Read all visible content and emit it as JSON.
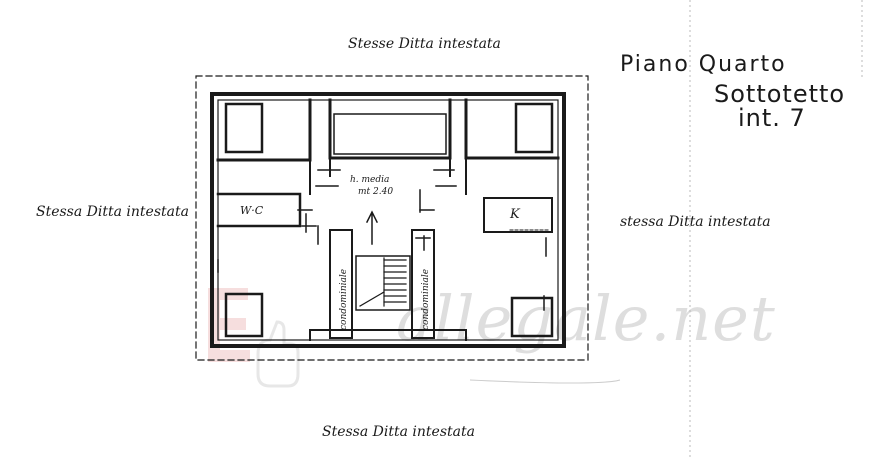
{
  "header": {
    "title_line1": "Piano Quarto",
    "title_line2": "Sottotetto",
    "title_line3": "int. 7"
  },
  "neighbors": {
    "top": "Stesse Ditta intestata",
    "left": "Stessa Ditta intestata",
    "right": "stessa Ditta intestata",
    "bottom": "Stessa Ditta intestata"
  },
  "rooms": {
    "wc": "W·C",
    "kitchen": "K",
    "height_line1": "h. media",
    "height_line2": "mt 2.40",
    "stair_left": "condominiale",
    "stair_right": "condominiale"
  },
  "watermark": {
    "text": "allegale.net"
  }
}
